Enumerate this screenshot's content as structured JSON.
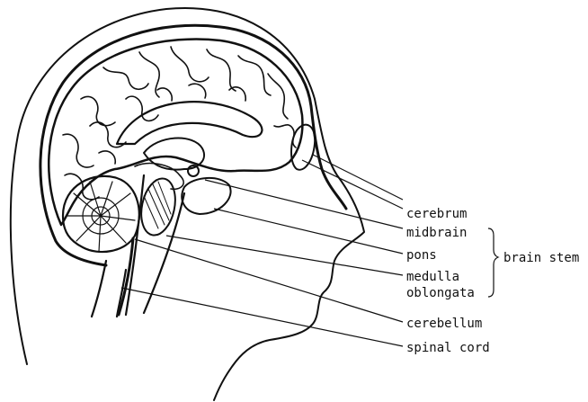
{
  "labels": {
    "cerebrum": "cerebrum",
    "midbrain": "midbrain",
    "pons": "pons",
    "medulla_line1": "medulla",
    "medulla_line2": "oblongata",
    "cerebellum": "cerebellum",
    "spinal_cord": "spinal cord",
    "brain_stem": "brain stem"
  },
  "colors": {
    "ink": "#111111",
    "background": "#ffffff"
  }
}
